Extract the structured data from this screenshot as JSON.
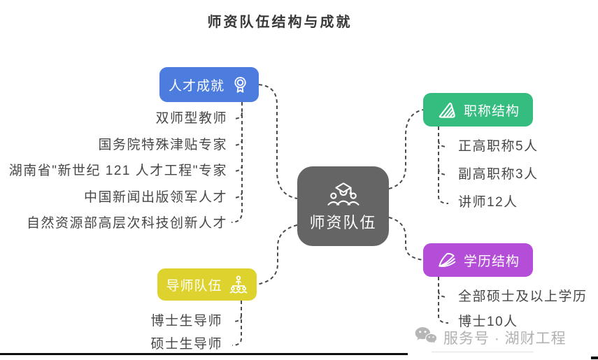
{
  "title": "师资队伍结构与成就",
  "center": {
    "label": "师资队伍",
    "icon": "faculty-team-icon",
    "color": "#656565"
  },
  "branches": {
    "talent": {
      "label": "人才成就",
      "icon": "medal-icon",
      "color": "#4d7cdf",
      "items": [
        "双师型教师",
        "国务院特殊津贴专家",
        "湖南省\"新世纪 121 人才工程\"专家",
        "中国新闻出版领军人才",
        "自然资源部高层次科技创新人才"
      ]
    },
    "mentor": {
      "label": "导师队伍",
      "icon": "org-chart-icon",
      "color": "#ddd22e",
      "items": [
        "博士生导师",
        "硕士生导师"
      ]
    },
    "rank": {
      "label": "职称结构",
      "icon": "pyramid-icon",
      "color": "#35bd80",
      "items": [
        "正高职称5人",
        "副高职称3人",
        "讲师12人"
      ]
    },
    "degree": {
      "label": "学历结构",
      "icon": "open-book-icon",
      "color": "#b44ed9",
      "items": [
        "全部硕士及以上学历",
        "博士10人"
      ]
    }
  },
  "watermark": {
    "label": "服务号 · 湖财工程",
    "icon": "wechat-icon"
  }
}
